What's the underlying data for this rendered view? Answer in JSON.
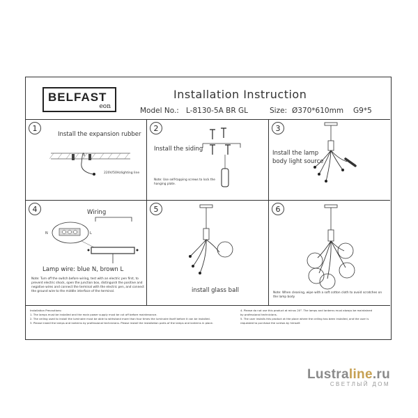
{
  "header": {
    "brand": "BELFAST",
    "brand_sub": "eon",
    "title": "Installation Instruction",
    "model_label": "Model No.:",
    "model_value": "L-8130-5A BR GL",
    "size_label": "Size:",
    "size_value": "Ø370*610mm",
    "bulb": "G9*5"
  },
  "panels": [
    {
      "num": "1",
      "caption": "Install the expansion rubber",
      "label": "220V/50Hzlighting line"
    },
    {
      "num": "2",
      "caption": "Install the siding",
      "note": "Note: Use self-tapping screws to lock the hanging plate."
    },
    {
      "num": "3",
      "caption_1": "Install the lamp",
      "caption_2": "body light source"
    },
    {
      "num": "4",
      "caption": "Wiring",
      "terminal_n": "N",
      "terminal_l": "L",
      "wire": "Lamp wire: blue N, brown L",
      "note": "Note: Turn off the switch before wiring, test with an electric pen first, to prevent electric shock, open the junction box, distinguish the positive and negative wires and connect the terminal with the electric pen, and connect the ground wire to the middle interface of the terminal."
    },
    {
      "num": "5",
      "caption": "install glass ball"
    },
    {
      "num": "6",
      "note": "Note: When cleaning, wipe with a soft cotton cloth to avoid scratches on the lamp body"
    }
  ],
  "footer": {
    "left": [
      "Installation Precautions:",
      "1. The lamps must be installed and the main power supply must be cut off before maintenance.",
      "2. The ceiling used to install the luminaire must be able to withstand more than four times the luminaire itself before it can be installed.",
      "3. Please install the lamps and lanterns by professional technicians. Please install the installation parts of the lamps and lanterns in place."
    ],
    "right": [
      "4. Please do not use this product at minus 20°. The lamps and lanterns must always be maintained",
      "by professional technicians.",
      "5. The user installs this product at the place where the ceiling has been installed, and the user is",
      "requested to purchase the screws by himself."
    ]
  },
  "watermark": {
    "main_a": "Lustra",
    "main_b": "line",
    "main_c": ".ru",
    "tagline": "СВЕТЛЫЙ ДОМ",
    "accent": "#c6a052"
  }
}
